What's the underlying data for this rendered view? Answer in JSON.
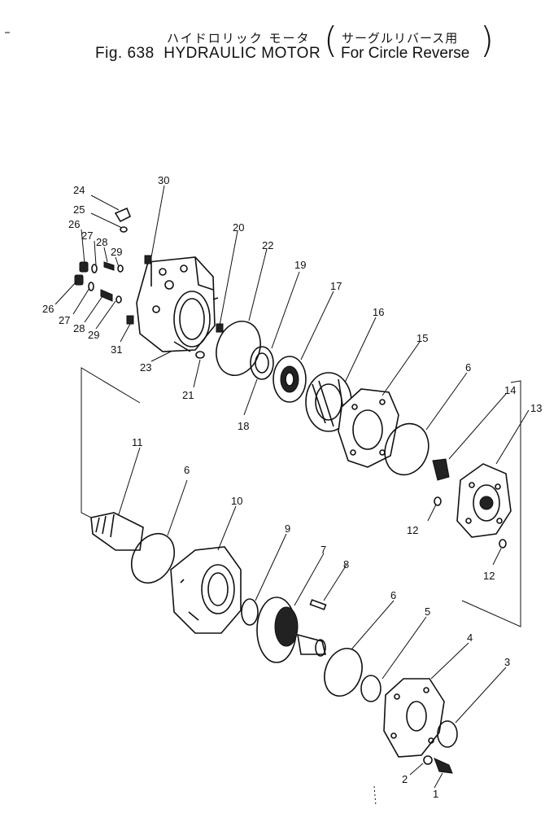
{
  "title": {
    "japanese": "ハイドロリック モータ",
    "japanese_note": "サーグルリバース用",
    "fig_label": "Fig. 638",
    "english": "HYDRAULIC MOTOR",
    "english_note": "For Circle Reverse"
  },
  "callouts": [
    {
      "id": "c1",
      "text": "1"
    },
    {
      "id": "c2",
      "text": "2"
    },
    {
      "id": "c3",
      "text": "3"
    },
    {
      "id": "c4",
      "text": "4"
    },
    {
      "id": "c5",
      "text": "5"
    },
    {
      "id": "c6a",
      "text": "6"
    },
    {
      "id": "c6b",
      "text": "6"
    },
    {
      "id": "c6c",
      "text": "6"
    },
    {
      "id": "c7",
      "text": "7"
    },
    {
      "id": "c8",
      "text": "8"
    },
    {
      "id": "c9",
      "text": "9"
    },
    {
      "id": "c10",
      "text": "10"
    },
    {
      "id": "c11",
      "text": "11"
    },
    {
      "id": "c12a",
      "text": "12"
    },
    {
      "id": "c12b",
      "text": "12"
    },
    {
      "id": "c13",
      "text": "13"
    },
    {
      "id": "c14",
      "text": "14"
    },
    {
      "id": "c15",
      "text": "15"
    },
    {
      "id": "c16",
      "text": "16"
    },
    {
      "id": "c17",
      "text": "17"
    },
    {
      "id": "c18",
      "text": "18"
    },
    {
      "id": "c19",
      "text": "19"
    },
    {
      "id": "c20",
      "text": "20"
    },
    {
      "id": "c21",
      "text": "21"
    },
    {
      "id": "c22",
      "text": "22"
    },
    {
      "id": "c23",
      "text": "23"
    },
    {
      "id": "c24",
      "text": "24"
    },
    {
      "id": "c25",
      "text": "25"
    },
    {
      "id": "c26a",
      "text": "26"
    },
    {
      "id": "c26b",
      "text": "26"
    },
    {
      "id": "c27a",
      "text": "27"
    },
    {
      "id": "c27b",
      "text": "27"
    },
    {
      "id": "c28a",
      "text": "28"
    },
    {
      "id": "c28b",
      "text": "28"
    },
    {
      "id": "c29a",
      "text": "29"
    },
    {
      "id": "c29b",
      "text": "29"
    },
    {
      "id": "c30",
      "text": "30"
    },
    {
      "id": "c31",
      "text": "31"
    }
  ]
}
